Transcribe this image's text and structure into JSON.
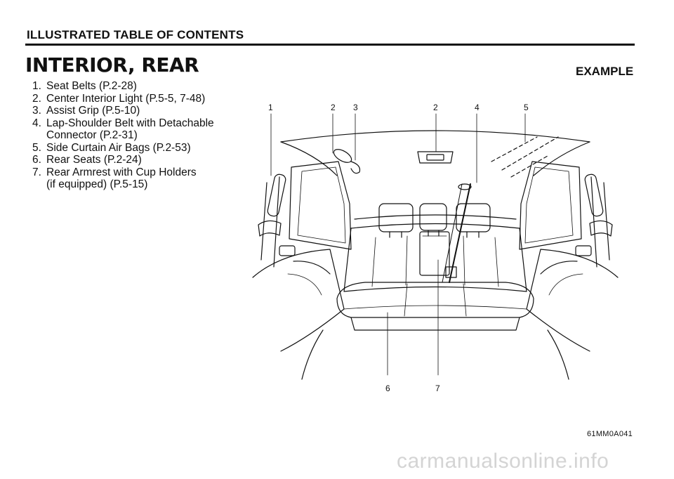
{
  "header": {
    "section": "ILLUSTRATED TABLE OF CONTENTS"
  },
  "page": {
    "title": "INTERIOR, REAR",
    "example_label": "EXAMPLE"
  },
  "toc": [
    {
      "num": "1.",
      "text": "Seat Belts (P.2-28)"
    },
    {
      "num": "2.",
      "text": "Center Interior Light (P.5-5, 7-48)"
    },
    {
      "num": "3.",
      "text": "Assist Grip (P.5-10)"
    },
    {
      "num": "4.",
      "text": "Lap-Shoulder Belt with Detachable\nConnector (P.2-31)"
    },
    {
      "num": "5.",
      "text": "Side Curtain Air Bags (P.2-53)"
    },
    {
      "num": "6.",
      "text": "Rear Seats (P.2-24)"
    },
    {
      "num": "7.",
      "text": "Rear Armrest with Cup Holders\n(if equipped) (P.5-15)"
    }
  ],
  "callouts": {
    "c1": "1",
    "c2a": "2",
    "c3": "3",
    "c2b": "2",
    "c4": "4",
    "c5": "5",
    "c6": "6",
    "c7": "7"
  },
  "figure": {
    "code": "61MM0A041"
  },
  "watermark": "carmanualsonline.info"
}
